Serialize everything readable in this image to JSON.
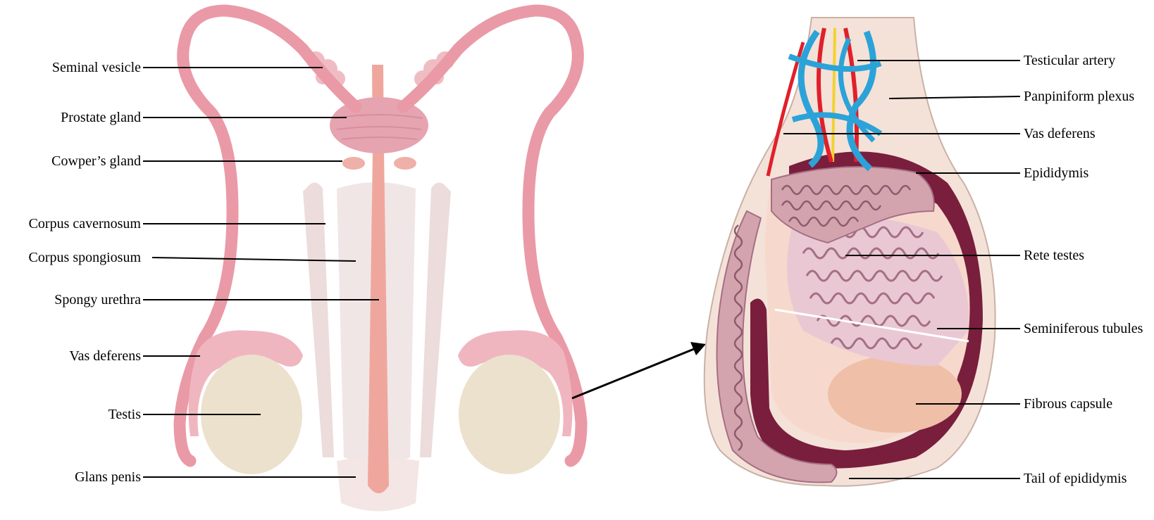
{
  "diagram": {
    "left_labels": [
      "Seminal vesicle",
      "Prostate gland",
      "Cowper’s gland",
      "Corpus cavernosum",
      "Corpus spongiosum",
      "Spongy urethra",
      "Vas deferens",
      "Testis",
      "Glans penis"
    ],
    "right_labels": [
      "Testicular artery",
      "Panpiniform plexus",
      "Vas deferens",
      "Epididymis",
      "Rete testes",
      "Seminiferous tubules",
      "Fibrous capsule",
      "Tail of epididymis"
    ]
  },
  "colors": {
    "duct_pink": "#e99aa6",
    "gland_pink": "#e6a3b0",
    "corpus": "#ecdcdc",
    "urethra": "#efa79d",
    "testis_fill": "#ece1cc",
    "capsule_dark": "#7a1e3d",
    "tubule_mauve": "#c08a9a",
    "vein_blue": "#2ba3d8",
    "artery_red": "#e0202a",
    "nerve_yellow": "#f2d22e",
    "leader": "#000000"
  }
}
